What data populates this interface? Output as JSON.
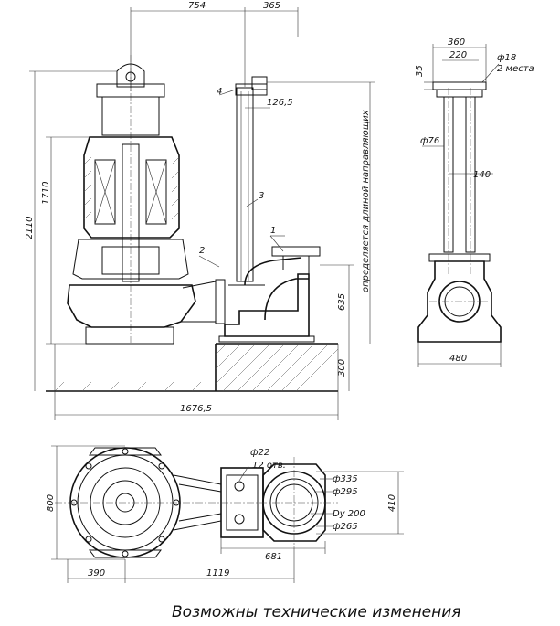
{
  "caption": "Возможны технические изменения",
  "front_view": {
    "dims": {
      "top_left": "754",
      "top_right": "365",
      "pipe_offset": "126,5",
      "total_height": "2110",
      "pump_height": "1710",
      "outlet_height": "635",
      "base_height": "300",
      "total_length": "1676,5"
    },
    "callouts": [
      "1",
      "2",
      "3",
      "4"
    ],
    "rail_note": "определяется длиной направляющих"
  },
  "side_view": {
    "dims": {
      "width_outer": "360",
      "width_inner": "220",
      "top_height": "35",
      "hole_dia": "ф18",
      "hole_count": "2 места",
      "rail_dia": "ф76",
      "rail_spacing": "140",
      "base_width": "480"
    }
  },
  "plan_view": {
    "dims": {
      "bolt_dia": "ф22",
      "bolt_count": "12 отв.",
      "flange_outer": "ф335",
      "flange_bolt": "ф295",
      "nominal": "Dy 200",
      "flange_inner": "ф265",
      "height": "800",
      "flange_height": "410",
      "distance": "681",
      "left": "390",
      "total": "1119"
    }
  }
}
